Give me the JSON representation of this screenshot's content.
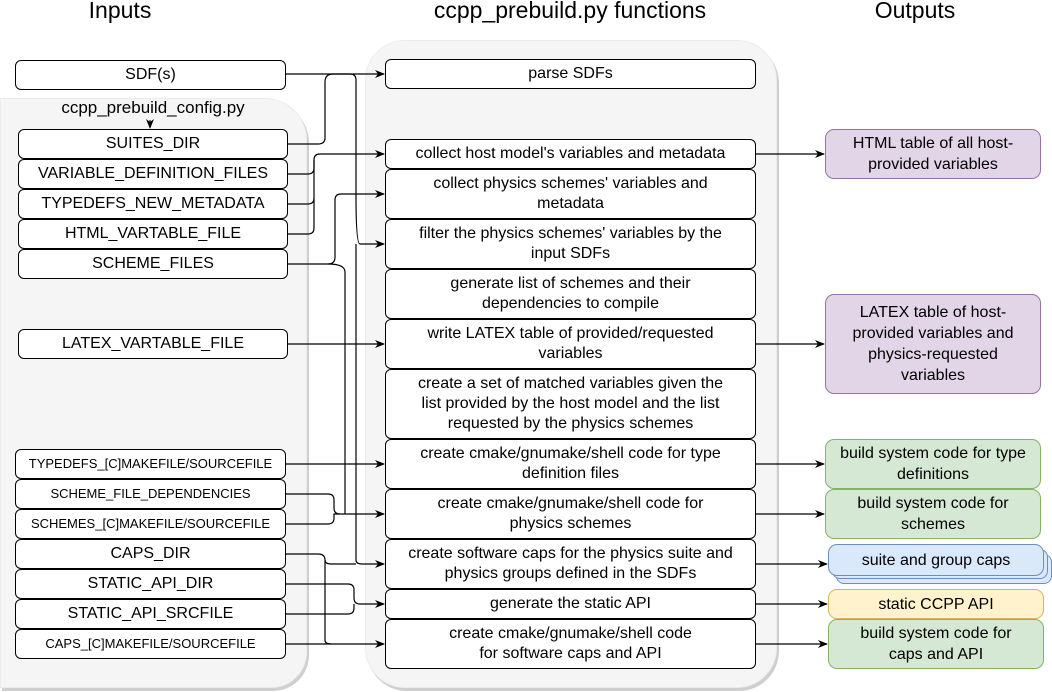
{
  "headers": {
    "inputs": "Inputs",
    "functions": "ccpp_prebuild.py functions",
    "outputs": "Outputs"
  },
  "inputs": {
    "sdf": "SDF(s)",
    "config_group_label": "ccpp_prebuild_config.py",
    "config_items": [
      "SUITES_DIR",
      "VARIABLE_DEFINITION_FILES",
      "TYPEDEFS_NEW_METADATA",
      "HTML_VARTABLE_FILE",
      "SCHEME_FILES",
      "LATEX_VARTABLE_FILE",
      "TYPEDEFS_[C]MAKEFILE/SOURCEFILE",
      "SCHEME_FILE_DEPENDENCIES",
      "SCHEMES_[C]MAKEFILE/SOURCEFILE",
      "CAPS_DIR",
      "STATIC_API_DIR",
      "STATIC_API_SRCFILE",
      "CAPS_[C]MAKEFILE/SOURCEFILE"
    ]
  },
  "functions": [
    "parse SDFs",
    "collect host model's variables and metadata",
    "collect physics schemes' variables and\nmetadata",
    "filter the physics schemes' variables by the\ninput SDFs",
    "generate list of schemes and their\ndependencies to compile",
    "write LATEX table of provided/requested\nvariables",
    "create a set of matched variables given the\nlist provided by the host model and the list\nrequested by the physics schemes",
    "create cmake/gnumake/shell code for type\ndefinition files",
    "create cmake/gnumake/shell code for\nphysics schemes",
    "create software caps for the physics suite and\nphysics groups defined in the SDFs",
    "generate the static API",
    "create cmake/gnumake/shell code\nfor software caps and API"
  ],
  "outputs": [
    {
      "label": "HTML table of all host-\nprovided variables",
      "color": "#e1d5e7"
    },
    {
      "label": "LATEX table of host-\nprovided variables and\nphysics-requested\nvariables",
      "color": "#e1d5e7"
    },
    {
      "label": "build system code for type\ndefinitions",
      "color": "#d5e8d4"
    },
    {
      "label": "build system code for\nschemes",
      "color": "#d5e8d4"
    },
    {
      "label": "suite and group caps",
      "color": "#dae8fc"
    },
    {
      "label": "static CCPP API",
      "color": "#fff2cc"
    },
    {
      "label": "build system code for\ncaps and API",
      "color": "#d5e8d4"
    }
  ]
}
